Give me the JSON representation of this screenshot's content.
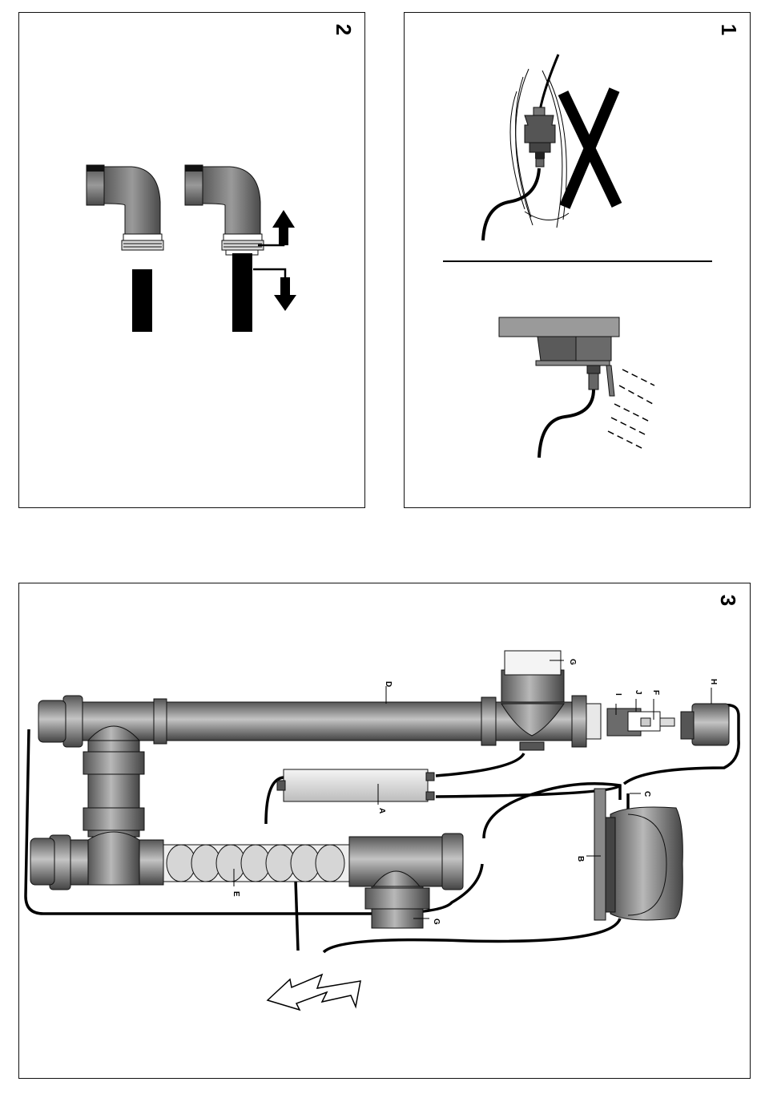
{
  "panels": {
    "p2": {
      "number": "2"
    },
    "p1": {
      "number": "1"
    },
    "p3": {
      "number": "3",
      "labels": {
        "A": "A",
        "B": "B",
        "C": "C",
        "D": "D",
        "E": "E",
        "F": "F",
        "G1": "G",
        "G2": "G",
        "H": "H",
        "I": "I",
        "J": "J"
      }
    }
  },
  "colors": {
    "pipe": "#7d7d7d",
    "pipe_dark": "#4a4a4a",
    "line": "#000000"
  }
}
